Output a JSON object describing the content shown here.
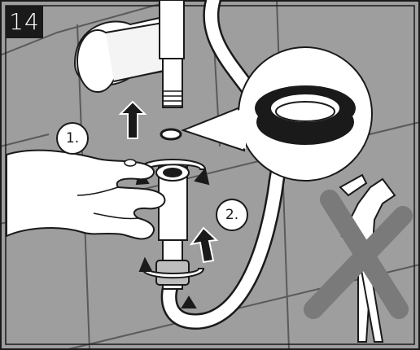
{
  "step": {
    "number": "14"
  },
  "callouts": [
    {
      "label": "1."
    },
    {
      "label": "2."
    }
  ],
  "icons": {
    "arrow_up_1": "arrow-up-icon",
    "arrow_up_2": "arrow-up-icon",
    "rotate": "rotate-arrows-icon",
    "no_pliers": "no-pliers-icon"
  },
  "colors": {
    "tile": "#9e9e9e",
    "grout": "#5a5a5a",
    "outline": "#1a1a1a",
    "cross": "#7a7a7a",
    "white": "#ffffff"
  }
}
